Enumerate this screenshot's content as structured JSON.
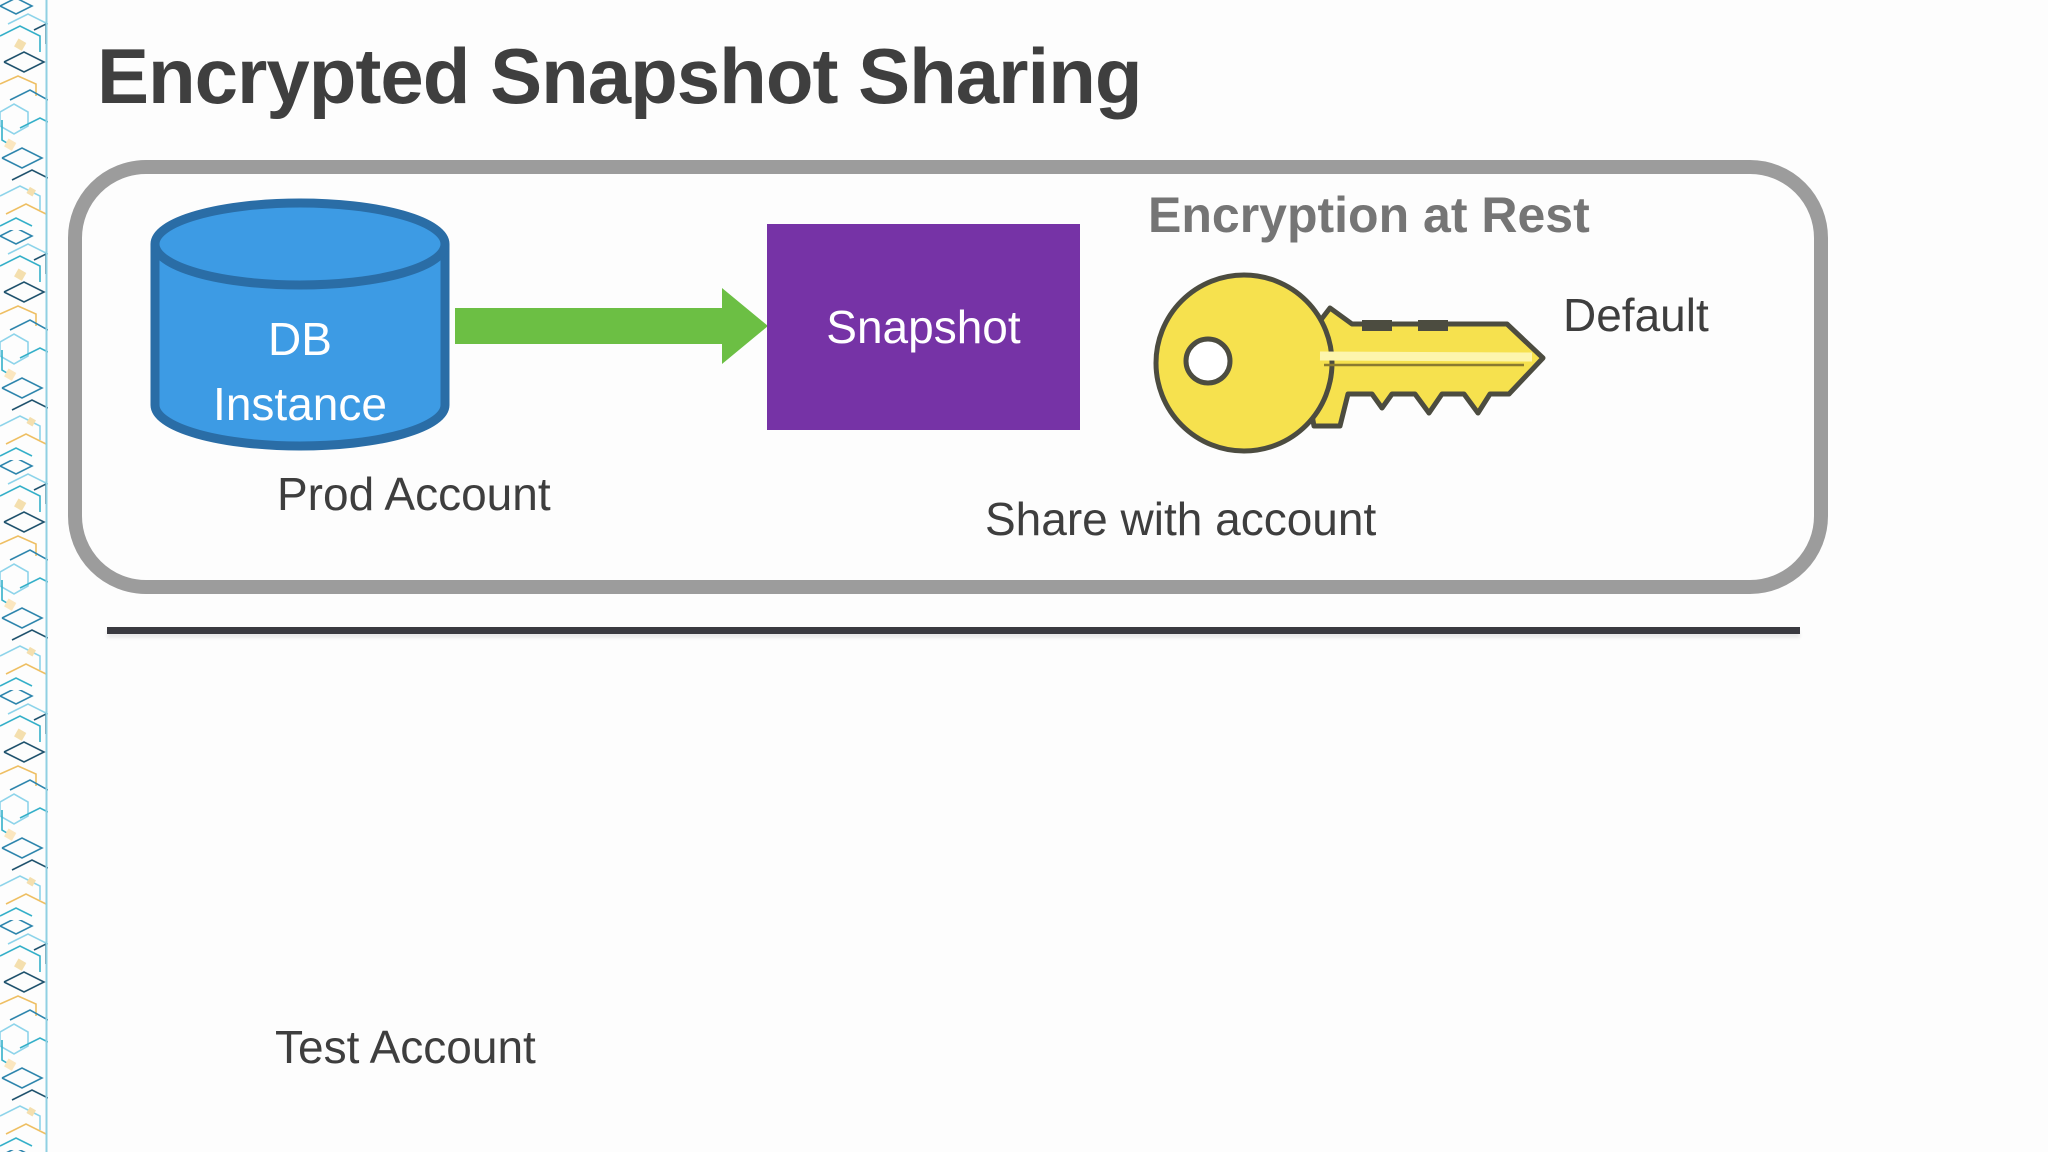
{
  "title": "Encrypted Snapshot Sharing",
  "prod_account": {
    "caption": "Prod Account",
    "db_instance": {
      "line1": "DB",
      "line2": "Instance"
    },
    "snapshot_label": "Snapshot",
    "encryption_heading": "Encryption at Rest",
    "key_label": "Default",
    "share_label": "Share with account"
  },
  "test_account": {
    "caption": "Test Account"
  },
  "icons": {
    "database": "database-cylinder-icon",
    "flow": "arrow-right-icon",
    "encryption": "key-icon",
    "left_edge": "circuit-pattern-strip"
  },
  "colors": {
    "slide_background": "#fdfdfd",
    "title_text": "#3f3f3f",
    "caption_text": "#3e3e3e",
    "heading_text": "#757575",
    "container_border": "#9c9c9c",
    "divider_line": "#3a3a40",
    "db_cylinder_fill": "#3d9be4",
    "db_cylinder_stroke": "#2a6da6",
    "arrow_green": "#6cbf44",
    "snapshot_purple": "#7633a6",
    "key_yellow": "#f6e14e",
    "key_outline": "#4c4c40",
    "pattern_palette": [
      "#8ed4ea",
      "#2f86ad",
      "#35b0c9",
      "#eebf63",
      "#20536e",
      "#f4dfae"
    ]
  }
}
